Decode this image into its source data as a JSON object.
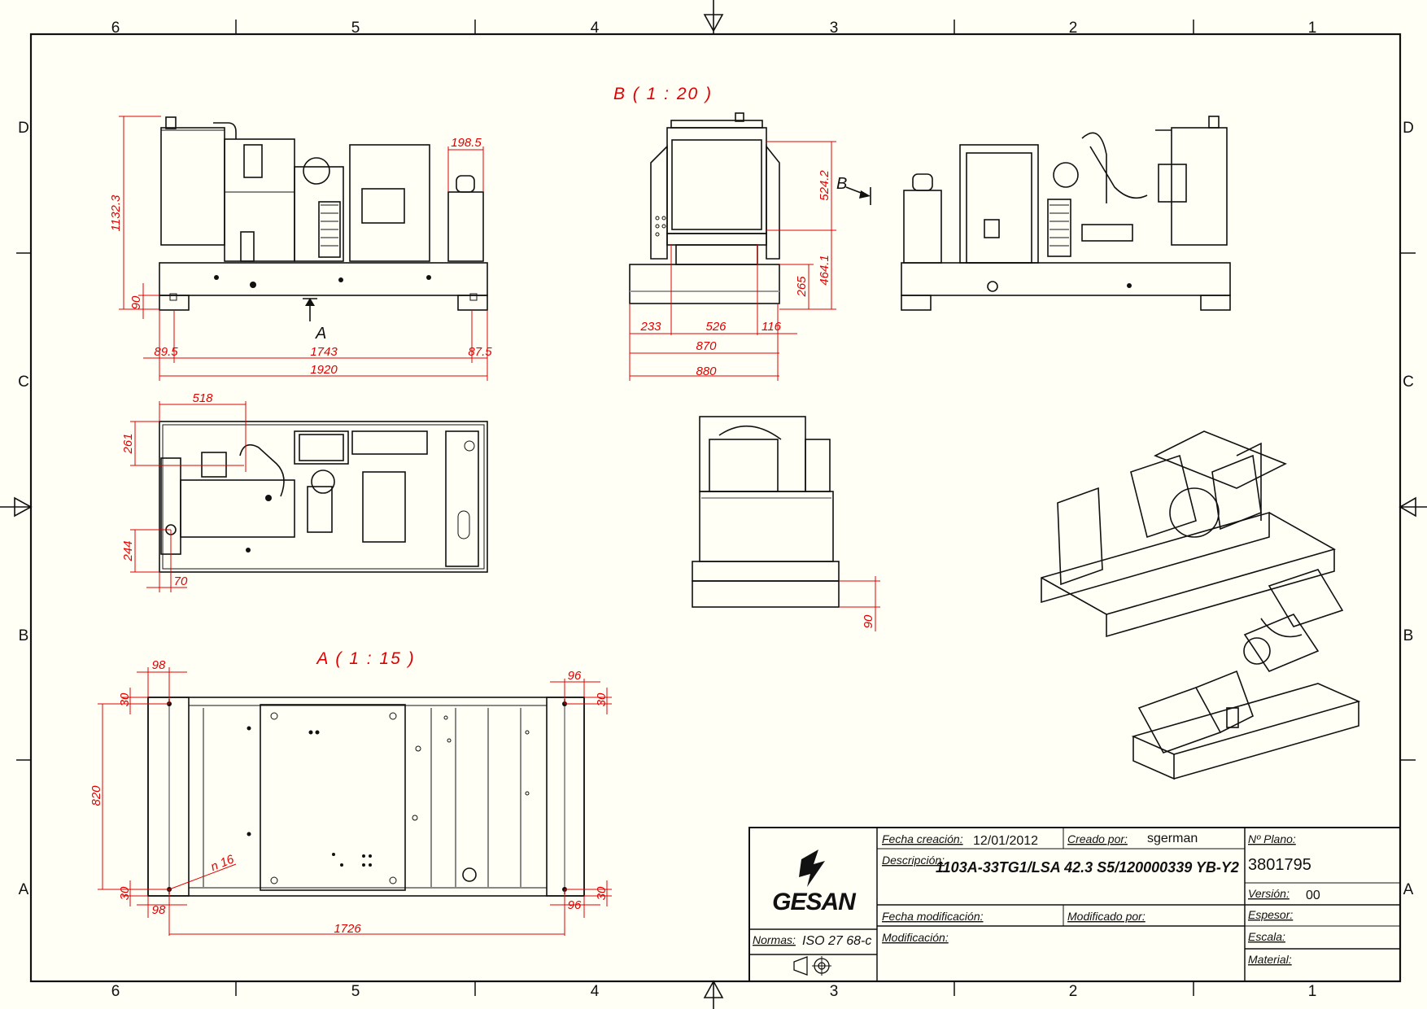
{
  "border": {
    "zones_top": [
      "6",
      "5",
      "4",
      "3",
      "2",
      "1"
    ],
    "zones_bottom": [
      "6",
      "5",
      "4",
      "3",
      "2",
      "1"
    ],
    "zones_left": [
      "D",
      "C",
      "B",
      "A"
    ],
    "zones_right": [
      "D",
      "C",
      "B",
      "A"
    ]
  },
  "views": {
    "section_b_title": "B ( 1 : 20 )",
    "detail_a_title": "A ( 1 : 15 )",
    "arrow_a_label": "A",
    "arrow_b_label": "B"
  },
  "dimensions": {
    "front_height": "1132.3",
    "front_skid_height": "90",
    "front_tank_width": "198.5",
    "front_left_offset": "89.5",
    "front_inner_length": "1743",
    "front_right_offset": "87.5",
    "front_total_length": "1920",
    "side_upper_height": "524.2",
    "side_lower_height": "464.1",
    "side_base_height": "265",
    "side_left": "233",
    "side_mid": "526",
    "side_right": "116",
    "side_width_870": "870",
    "side_width_880": "880",
    "top_offset_518": "518",
    "top_offset_261": "261",
    "top_offset_244": "244",
    "top_offset_70": "70",
    "rear_skid_height": "90",
    "base_98_top": "98",
    "base_96_top": "96",
    "base_30_tl": "30",
    "base_30_tr": "30",
    "base_820": "820",
    "base_hole": "n 16",
    "base_30_bl": "30",
    "base_30_br": "30",
    "base_98_bottom": "98",
    "base_96_bottom": "96",
    "base_1726": "1726"
  },
  "title_block": {
    "logo_text": "GESAN",
    "fecha_creacion_label": "Fecha creación:",
    "fecha_creacion_value": "12/01/2012",
    "creado_por_label": "Creado por:",
    "creado_por_value": "sgerman",
    "n_plano_label": "Nº Plano:",
    "n_plano_value": "3801795",
    "descripcion_label": "Descripción:",
    "descripcion_value": "1103A-33TG1/LSA 42.3 S5/120000339 YB-Y2",
    "version_label": "Versión:",
    "version_value": "00",
    "fecha_modificacion_label": "Fecha modificación:",
    "modificado_por_label": "Modificado por:",
    "espesor_label": "Espesor:",
    "normas_label": "Normas:",
    "normas_value": "ISO 27 68-c",
    "modificacion_label": "Modificación:",
    "escala_label": "Escala:",
    "material_label": "Material:"
  }
}
